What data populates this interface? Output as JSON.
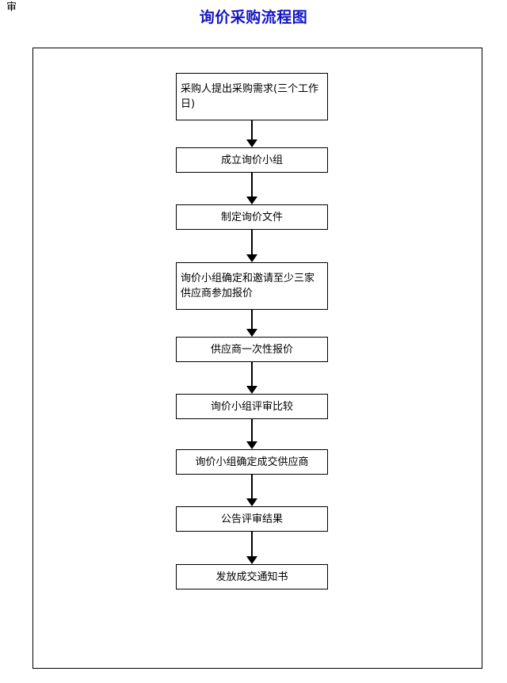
{
  "page": {
    "corner_mark": "审",
    "title": "询价采购流程图",
    "title_color": "#1414c8",
    "background_color": "#ffffff",
    "border_color": "#000000"
  },
  "flowchart": {
    "type": "process-flow",
    "orientation": "top-to-bottom",
    "connector_style": "solid-line-with-arrowhead",
    "nodes": [
      {
        "id": "n1",
        "label": "采购人提出采购需求(三个工作日)",
        "lines": 2,
        "align": "left"
      },
      {
        "id": "n2",
        "label": "成立询价小组",
        "lines": 1,
        "align": "center"
      },
      {
        "id": "n3",
        "label": "制定询价文件",
        "lines": 1,
        "align": "center"
      },
      {
        "id": "n4",
        "label": "询价小组确定和邀请至少三家供应商参加报价",
        "lines": 2,
        "align": "left"
      },
      {
        "id": "n5",
        "label": "供应商一次性报价",
        "lines": 1,
        "align": "center"
      },
      {
        "id": "n6",
        "label": "询价小组评审比较",
        "lines": 1,
        "align": "center"
      },
      {
        "id": "n7",
        "label": "询价小组确定成交供应商",
        "lines": 1,
        "align": "center"
      },
      {
        "id": "n8",
        "label": "公告评审结果",
        "lines": 1,
        "align": "center"
      },
      {
        "id": "n9",
        "label": "发放成交通知书",
        "lines": 1,
        "align": "center"
      }
    ],
    "edges": [
      {
        "from": "n1",
        "to": "n2"
      },
      {
        "from": "n2",
        "to": "n3"
      },
      {
        "from": "n3",
        "to": "n4"
      },
      {
        "from": "n4",
        "to": "n5"
      },
      {
        "from": "n5",
        "to": "n6"
      },
      {
        "from": "n6",
        "to": "n7"
      },
      {
        "from": "n7",
        "to": "n8"
      },
      {
        "from": "n8",
        "to": "n9"
      }
    ]
  }
}
